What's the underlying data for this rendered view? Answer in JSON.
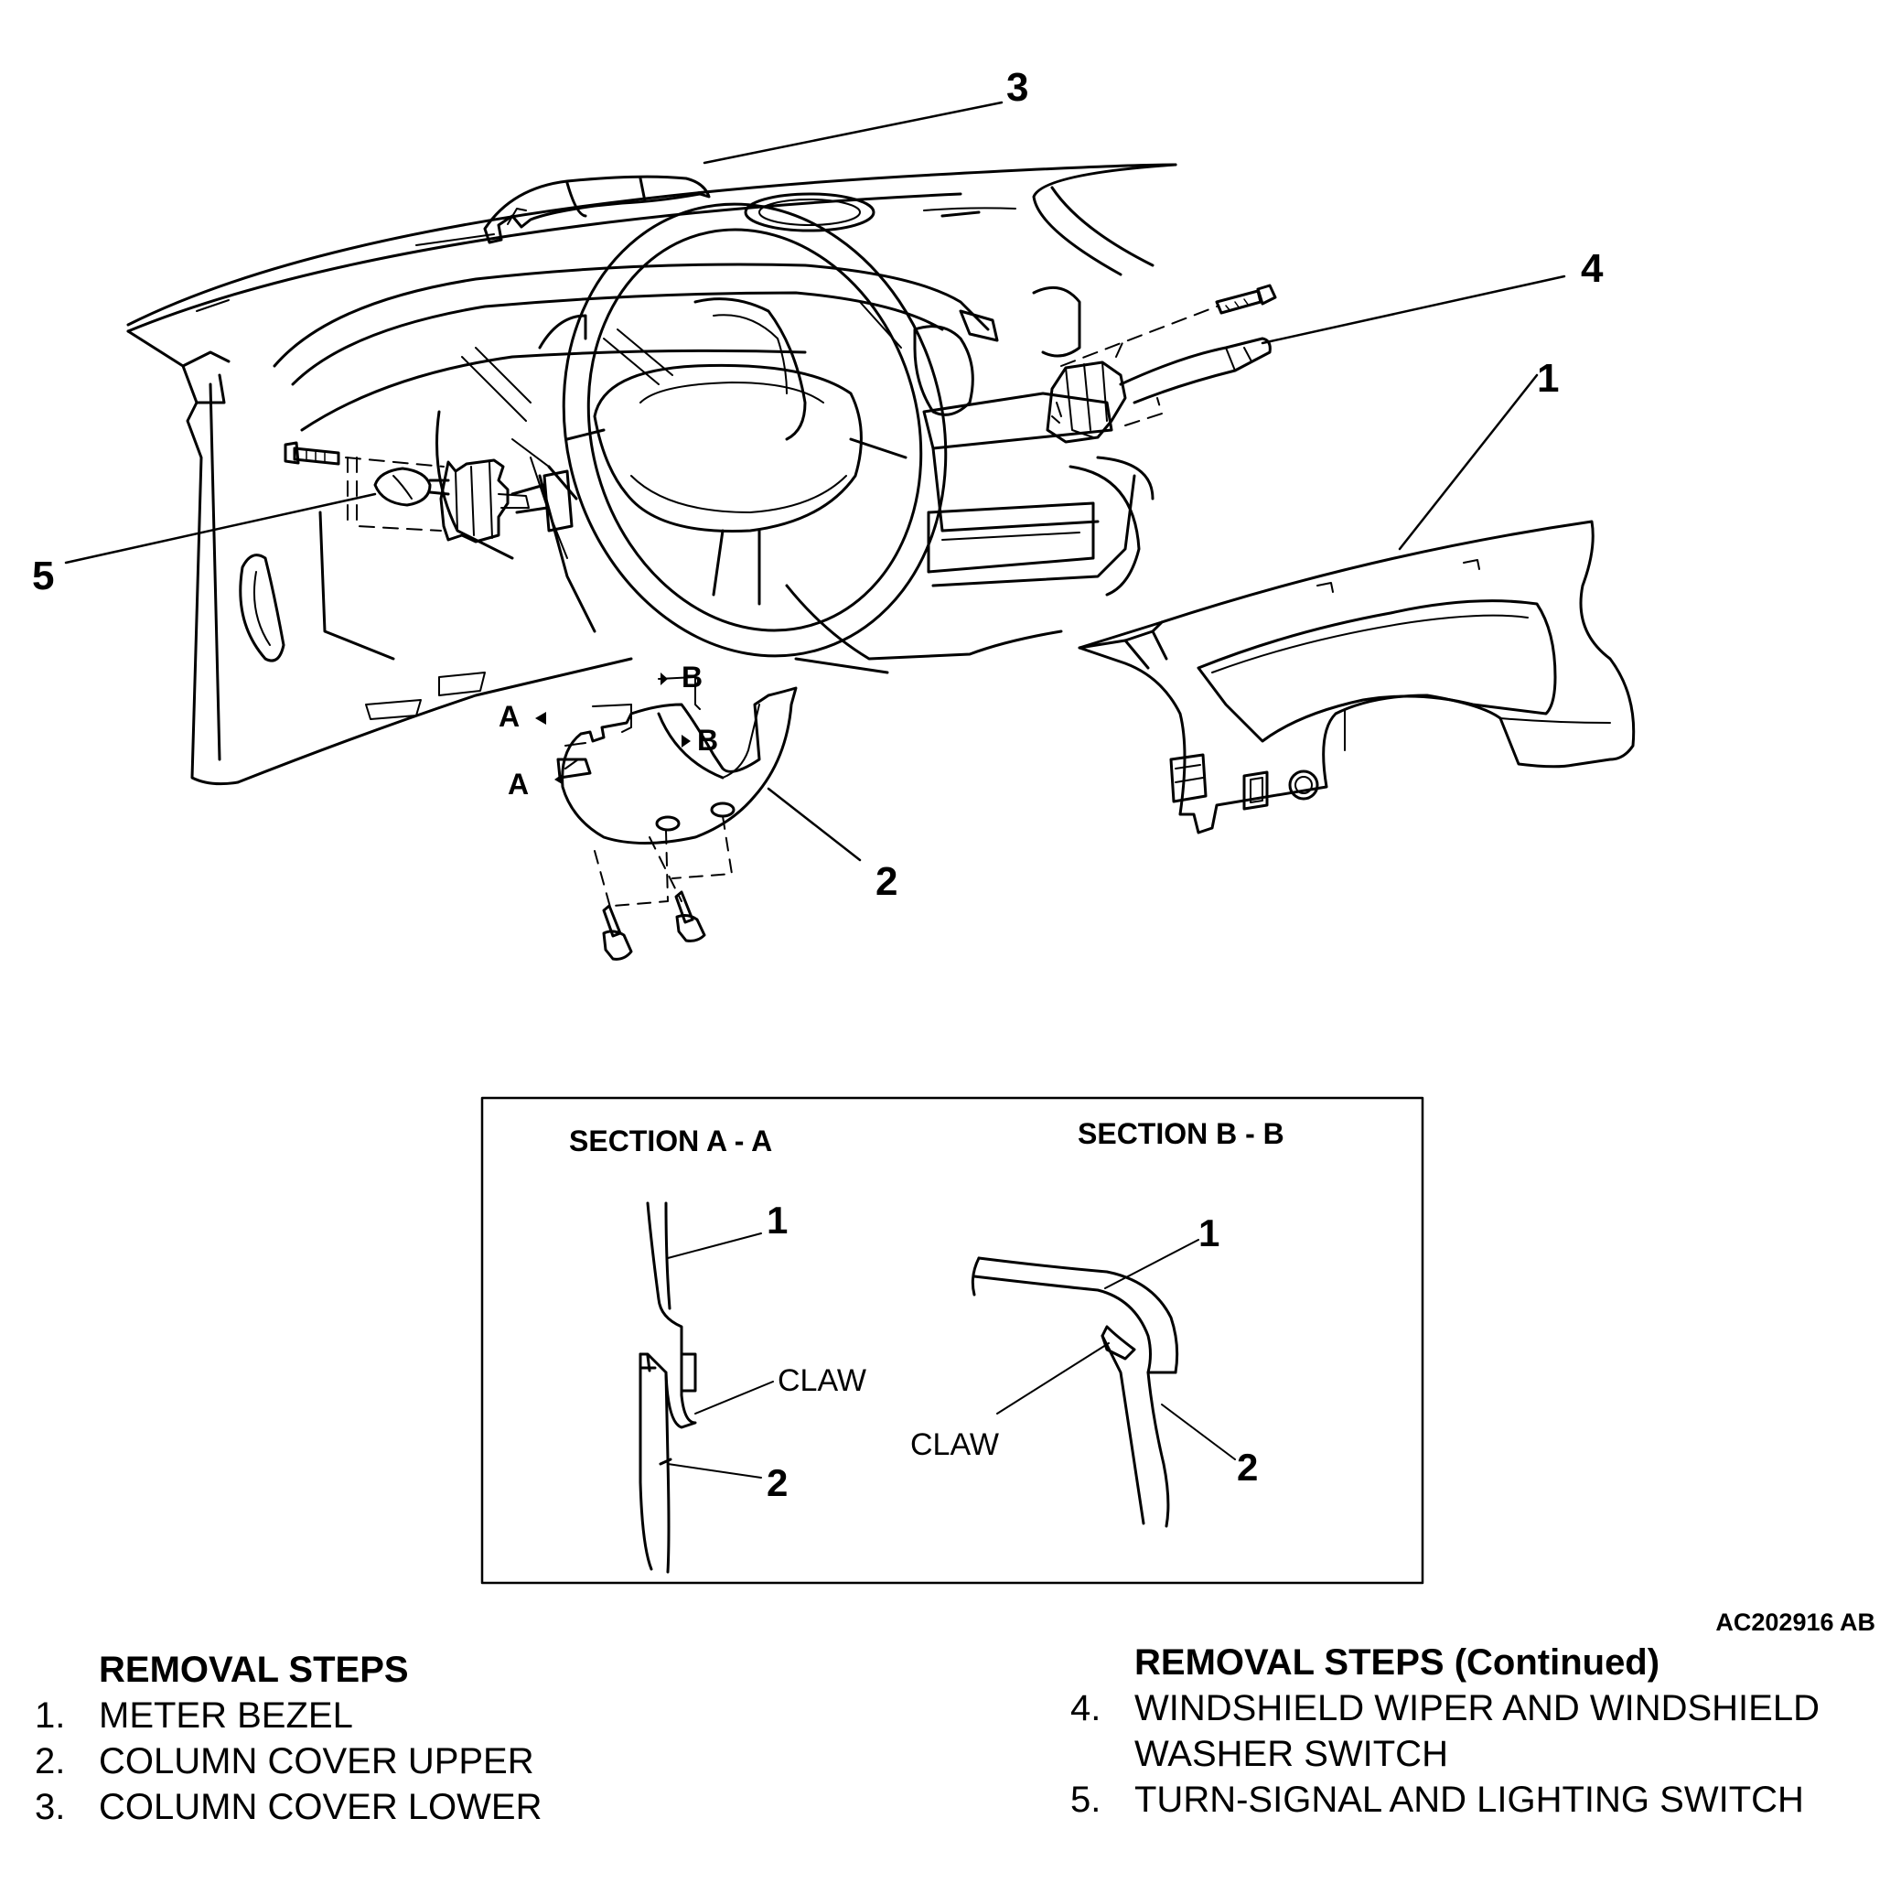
{
  "callouts": {
    "c1": "1",
    "c2": "2",
    "c3": "3",
    "c4": "4",
    "c5": "5"
  },
  "section_arrows": {
    "a_upper": "A",
    "a_lower": "A",
    "b_upper": "B",
    "b_lower": "B"
  },
  "inset": {
    "section_aa": {
      "title": "SECTION A - A",
      "label_1": "1",
      "label_2": "2",
      "claw": "CLAW"
    },
    "section_bb": {
      "title": "SECTION B - B",
      "label_1": "1",
      "label_2": "2",
      "claw": "CLAW"
    }
  },
  "figure_id": "AC202916 AB",
  "removal_steps": {
    "heading": "REMOVAL STEPS",
    "items": [
      {
        "num": "1.",
        "text": "METER BEZEL"
      },
      {
        "num": "2.",
        "text": "COLUMN COVER UPPER"
      },
      {
        "num": "3.",
        "text": "COLUMN COVER LOWER"
      }
    ]
  },
  "removal_steps_continued": {
    "heading": "REMOVAL STEPS (Continued)",
    "items": [
      {
        "num": "4.",
        "line1": "WINDSHIELD WIPER AND WINDSHIELD",
        "line2": "WASHER SWITCH"
      },
      {
        "num": "5.",
        "line1": "TURN-SIGNAL AND LIGHTING SWITCH",
        "line2": ""
      }
    ]
  },
  "colors": {
    "line": "#000000",
    "background": "#ffffff"
  }
}
